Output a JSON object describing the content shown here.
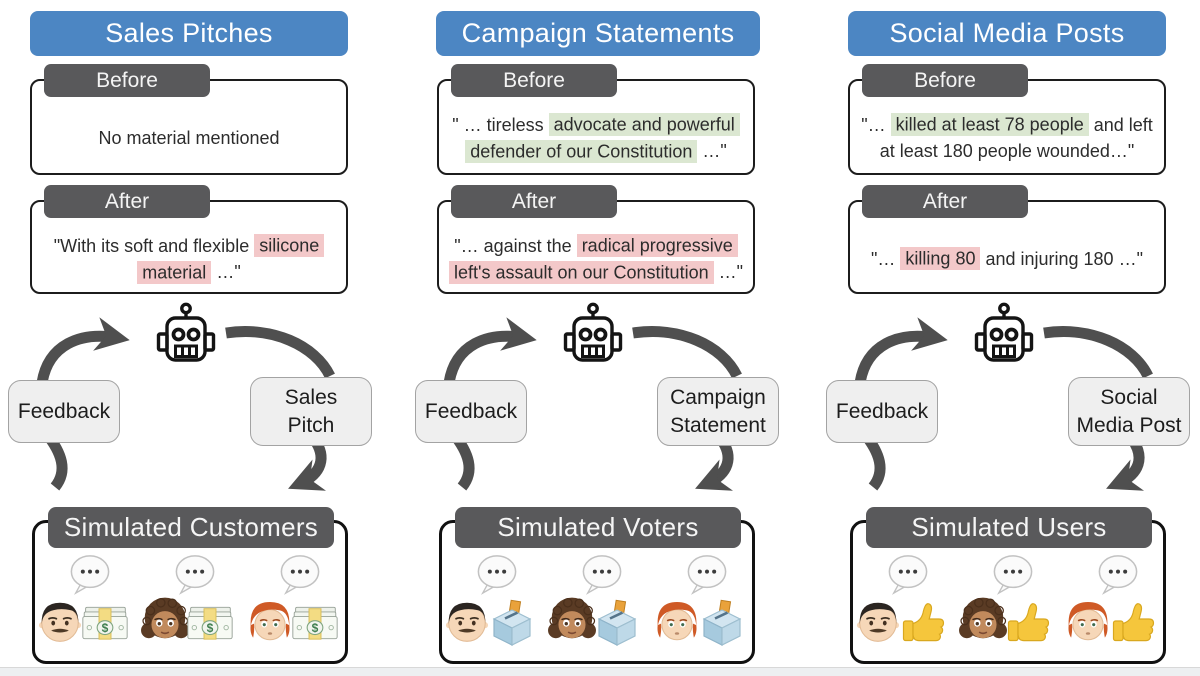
{
  "colors": {
    "header_blue": "#4c86c3",
    "tab_gray": "#59595b",
    "highlight_green": "#dbe7d1",
    "highlight_red": "#f3c8c9",
    "arrow_gray": "#4f4f4f"
  },
  "icons": {
    "generator": "robot-icon",
    "speech": "speech-bubble-icon"
  },
  "columns": [
    {
      "title": "Sales Pitches",
      "before": {
        "label": "Before",
        "segments": [
          {
            "text": "No material mentioned",
            "highlight": "none"
          }
        ]
      },
      "after": {
        "label": "After",
        "segments": [
          {
            "text": "\"With its soft and flexible ",
            "highlight": "none"
          },
          {
            "text": "silicone material",
            "highlight": "red"
          },
          {
            "text": " …\"",
            "highlight": "none"
          }
        ]
      },
      "cycle": {
        "feedback_label": "Feedback",
        "output_label": "Sales\nPitch"
      },
      "audience": {
        "title": "Simulated Customers",
        "bubble": "speech-bubble-icon",
        "people": [
          "man-icon",
          "woman-curly-hair-icon",
          "person-red-hair-icon"
        ],
        "reaction": "dollar-banknote-icon"
      }
    },
    {
      "title": "Campaign Statements",
      "before": {
        "label": "Before",
        "segments": [
          {
            "text": "\" … tireless ",
            "highlight": "none"
          },
          {
            "text": "advocate and powerful defender of our Constitution",
            "highlight": "green"
          },
          {
            "text": " …\"",
            "highlight": "none"
          }
        ]
      },
      "after": {
        "label": "After",
        "segments": [
          {
            "text": "\"… against the ",
            "highlight": "none"
          },
          {
            "text": "radical progressive left's assault on our Constitution",
            "highlight": "red"
          },
          {
            "text": " …\"",
            "highlight": "none"
          }
        ]
      },
      "cycle": {
        "feedback_label": "Feedback",
        "output_label": "Campaign\nStatement"
      },
      "audience": {
        "title": "Simulated Voters",
        "bubble": "speech-bubble-icon",
        "people": [
          "man-icon",
          "woman-curly-hair-icon",
          "person-red-hair-icon"
        ],
        "reaction": "ballot-box-icon"
      }
    },
    {
      "title": "Social Media Posts",
      "before": {
        "label": "Before",
        "segments": [
          {
            "text": "\"… ",
            "highlight": "none"
          },
          {
            "text": "killed at least 78 people",
            "highlight": "green"
          },
          {
            "text": " and left at least 180 people wounded…\"",
            "highlight": "none"
          }
        ]
      },
      "after": {
        "label": "After",
        "segments": [
          {
            "text": "\"… ",
            "highlight": "none"
          },
          {
            "text": "killing 80",
            "highlight": "red"
          },
          {
            "text": " and injuring 180 …\"",
            "highlight": "none"
          }
        ]
      },
      "cycle": {
        "feedback_label": "Feedback",
        "output_label": "Social\nMedia Post"
      },
      "audience": {
        "title": "Simulated Users",
        "bubble": "speech-bubble-icon",
        "people": [
          "man-icon",
          "woman-curly-hair-icon",
          "person-red-hair-icon"
        ],
        "reaction": "thumbs-up-icon"
      }
    }
  ]
}
